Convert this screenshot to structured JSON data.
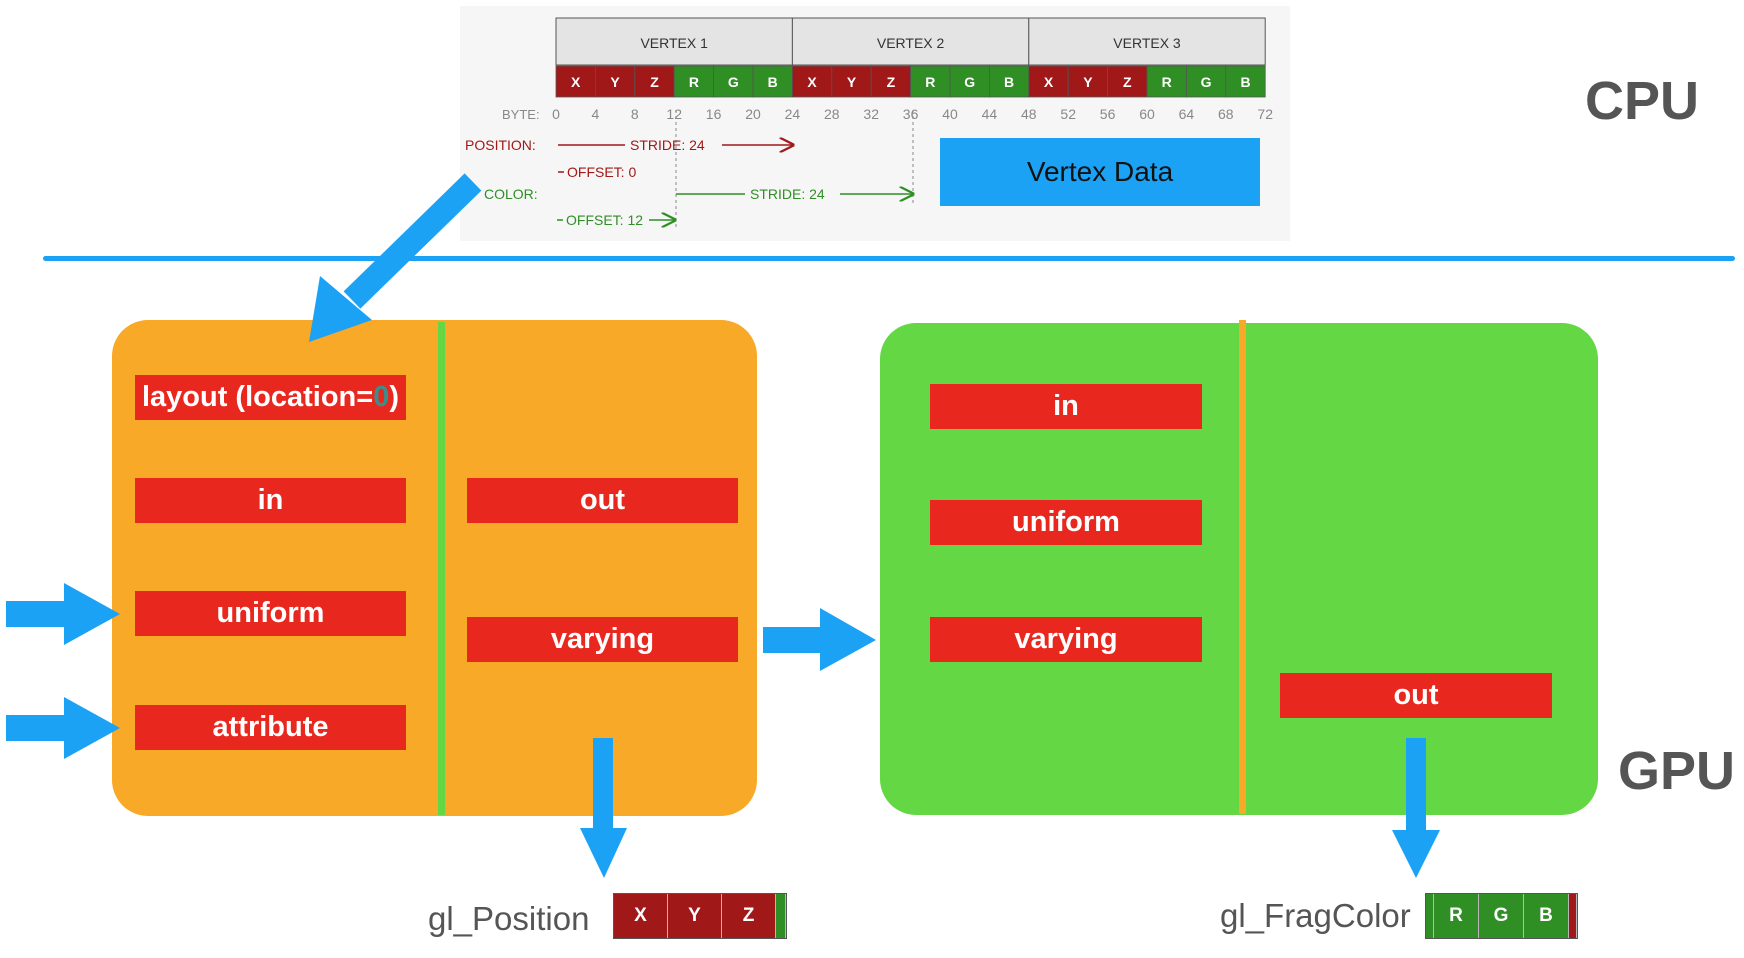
{
  "cpu_label": "CPU",
  "gpu_label": "GPU",
  "vertex_data_label": "Vertex Data",
  "layout": {
    "vertex_headers": [
      "VERTEX 1",
      "VERTEX 2",
      "VERTEX 3"
    ],
    "components": [
      "X",
      "Y",
      "Z",
      "R",
      "G",
      "B",
      "X",
      "Y",
      "Z",
      "R",
      "G",
      "B",
      "X",
      "Y",
      "Z",
      "R",
      "G",
      "B"
    ],
    "byte_label": "BYTE:",
    "byte_ticks": [
      "0",
      "4",
      "8",
      "12",
      "16",
      "20",
      "24",
      "28",
      "32",
      "36",
      "40",
      "44",
      "48",
      "52",
      "56",
      "60",
      "64",
      "68",
      "72"
    ],
    "position_label": "POSITION:",
    "position_stride": "STRIDE: 24",
    "position_offset": "OFFSET: 0",
    "color_label": "COLOR:",
    "color_stride": "STRIDE: 24",
    "color_offset": "OFFSET: 12"
  },
  "vertex_shader": {
    "layout_prefix": "layout (location=",
    "layout_value": "0",
    "layout_suffix": ")",
    "inputs": [
      "in",
      "uniform",
      "attribute"
    ],
    "outputs": [
      "out",
      "varying"
    ],
    "gl_position_label": "gl_Position",
    "gl_position_components": [
      "X",
      "Y",
      "Z"
    ]
  },
  "fragment_shader": {
    "inputs": [
      "in",
      "uniform",
      "varying"
    ],
    "outputs": [
      "out"
    ],
    "gl_fragcolor_label": "gl_FragColor",
    "gl_fragcolor_components": [
      "R",
      "G",
      "B"
    ]
  },
  "colors": {
    "accent_blue": "#1ba2f5",
    "vertex_shader_orange": "#f8a928",
    "fragment_shader_green": "#63d844",
    "keyword_red": "#e8281f",
    "position_red": "#a11818",
    "color_green": "#2f8f24"
  }
}
